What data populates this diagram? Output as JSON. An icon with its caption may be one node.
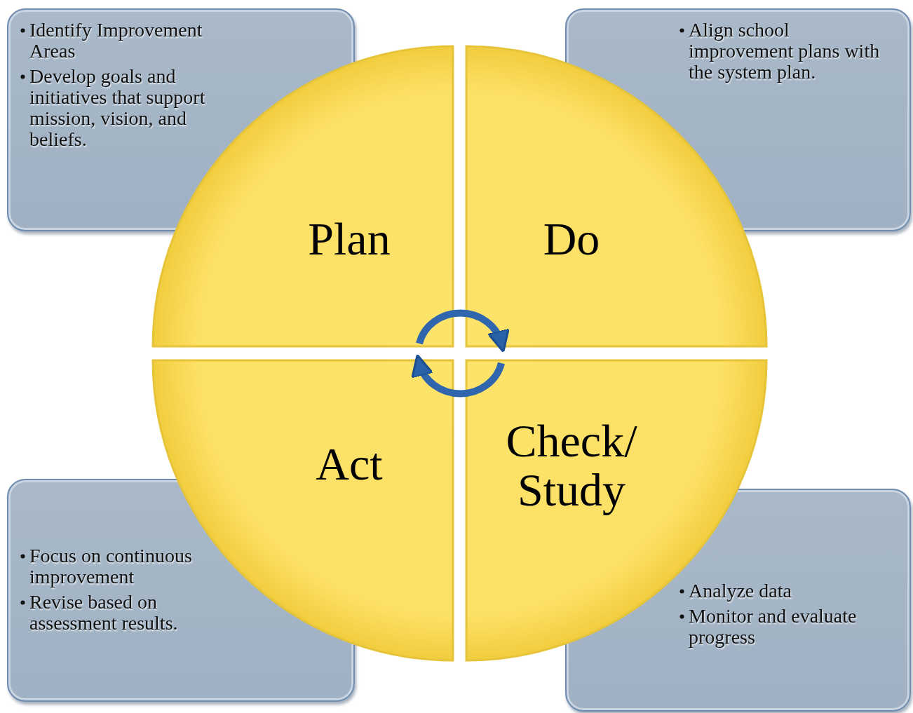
{
  "diagram": {
    "nodes": [
      {
        "text": [
          "Identify Improvement Areas",
          "Develop goals and initiatives that support mission, vision, and beliefs."
        ]
      },
      {
        "text": [
          "Align school improvement plans with the system plan."
        ]
      },
      {
        "text": [
          "Plan"
        ]
      },
      {
        "text": [
          "Do"
        ]
      },
      {
        "text": [
          "Act"
        ]
      },
      {
        "text": [
          "Check/ Study"
        ]
      },
      {
        "text": [
          "Focus on continuous improvement",
          "Revise based on assessment results."
        ]
      },
      {
        "text": [
          "Analyze data",
          "Monitor and evaluate progress"
        ]
      }
    ],
    "edges": [
      {
        "from": 2,
        "to": 3,
        "arrow": "to"
      },
      {
        "from": 5,
        "to": 4,
        "arrow": "to"
      }
    ]
  }
}
